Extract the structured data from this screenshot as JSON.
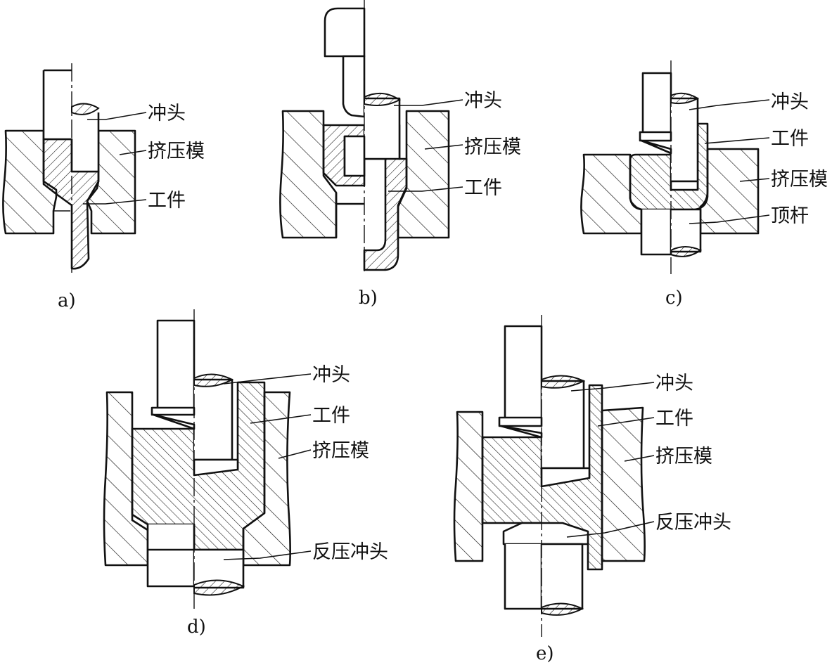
{
  "figure": {
    "panels": [
      {
        "id": "a",
        "caption": "a)",
        "labels": {
          "punch": "冲头",
          "die": "挤压模",
          "workpiece": "工件"
        }
      },
      {
        "id": "b",
        "caption": "b)",
        "labels": {
          "punch": "冲头",
          "die": "挤压模",
          "workpiece": "工件"
        }
      },
      {
        "id": "c",
        "caption": "c)",
        "labels": {
          "punch": "冲头",
          "workpiece": "工件",
          "die": "挤压模",
          "ejector": "顶杆"
        }
      },
      {
        "id": "d",
        "caption": "d)",
        "labels": {
          "punch": "冲头",
          "workpiece": "工件",
          "die": "挤压模",
          "counter_punch": "反压冲头"
        }
      },
      {
        "id": "e",
        "caption": "e)",
        "labels": {
          "punch": "冲头",
          "workpiece": "工件",
          "die": "挤压模",
          "counter_punch": "反压冲头"
        }
      }
    ]
  }
}
